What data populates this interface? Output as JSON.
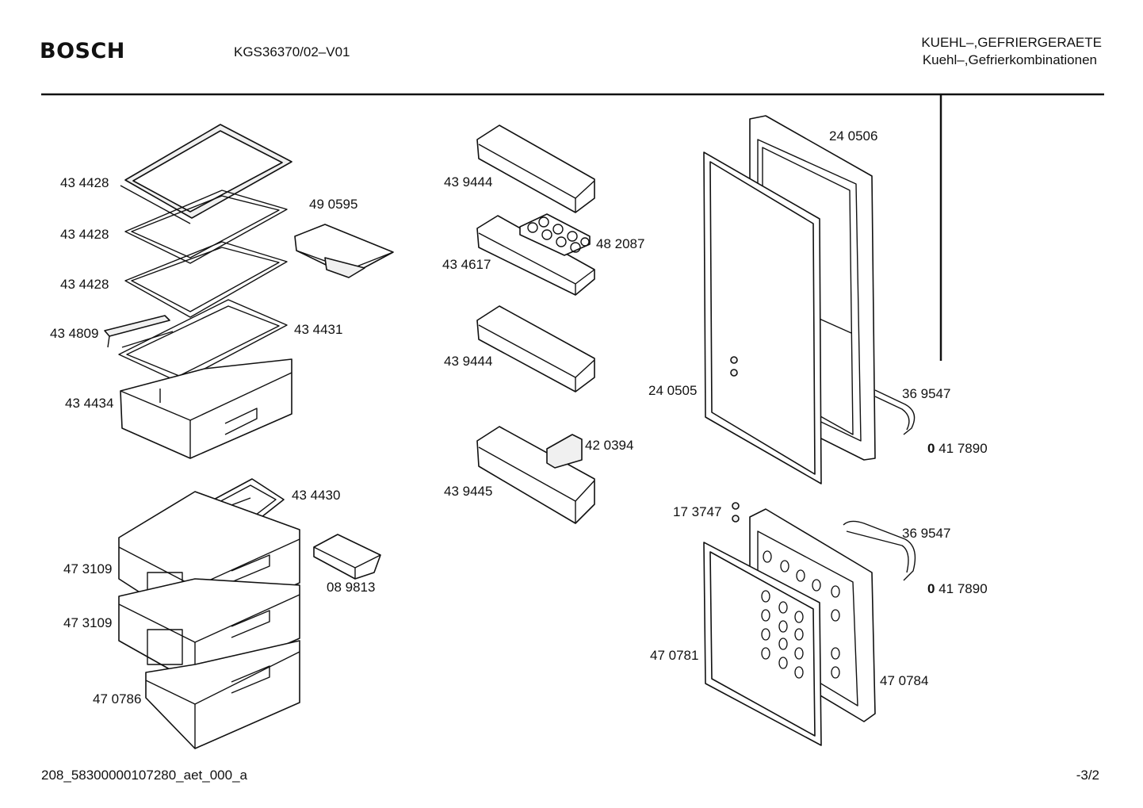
{
  "header": {
    "brand": "BOSCH",
    "model": "KGS36370/02–V01",
    "category_line1": "KUEHL–,GEFRIERGERAETE",
    "category_line2": "Kuehl–,Gefrierkombinationen"
  },
  "footer": {
    "document_id": "208_58300000107280_aet_000_a",
    "page": "-3/2"
  },
  "part_labels": {
    "shelf_1": "43 4428",
    "shelf_2": "43 4428",
    "shelf_3": "43 4428",
    "shelf_holder": "43 4809",
    "glass_shelf": "43 4431",
    "crisper": "43 4434",
    "tray_shelf": "49 0595",
    "door_tray_1": "43 9444",
    "egg_tray": "48 2087",
    "door_tray_2": "43 4617",
    "door_tray_3": "43 9444",
    "divider": "42 0394",
    "door_tray_4": "43 9445",
    "ice_tray_cover": "43 4430",
    "ice_cube_tray": "08 9813",
    "drawer_1": "47 3109",
    "drawer_2": "47 3109",
    "drawer_3": "47 0786",
    "upper_door": "24 0506",
    "upper_gasket": "24 0505",
    "upper_handle": "36 9547",
    "upper_handle_screw_prefix": "0",
    "upper_handle_screw": "41 7890",
    "hinge_screws": "17 3747",
    "lower_handle": "36 9547",
    "lower_handle_screw_prefix": "0",
    "lower_handle_screw": "41 7890",
    "lower_gasket": "47 0781",
    "lower_door": "47 0784"
  }
}
